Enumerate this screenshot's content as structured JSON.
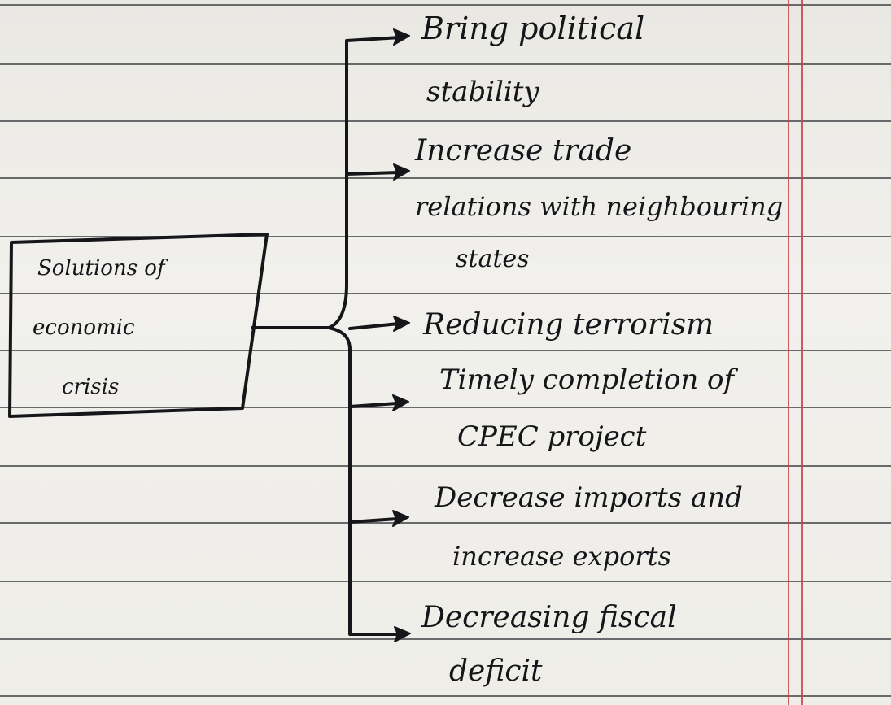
{
  "center_box": {
    "lines": [
      "Solutions of",
      "economic",
      "crisis"
    ]
  },
  "branches": [
    {
      "lines": [
        "Bring political",
        "stability"
      ]
    },
    {
      "lines": [
        "Increase trade",
        "relations with neighbouring",
        "states"
      ]
    },
    {
      "lines": [
        "Reducing terrorism"
      ]
    },
    {
      "lines": [
        "Timely completion of",
        "CPEC project"
      ]
    },
    {
      "lines": [
        "Decrease imports and",
        "increase exports"
      ]
    },
    {
      "lines": [
        "Decreasing fiscal",
        "deficit"
      ]
    }
  ],
  "colors": {
    "ink": "#15151a",
    "ruled_line": "#3c3d41",
    "margin_line": "#c94148",
    "paper": "#eeede8"
  }
}
